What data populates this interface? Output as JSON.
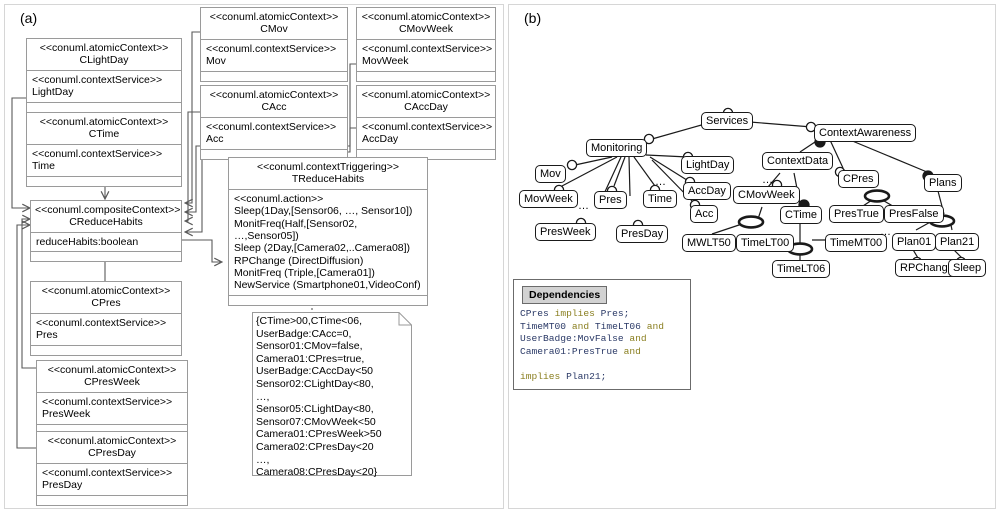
{
  "panels": {
    "a": {
      "label": "(a)"
    },
    "b": {
      "label": "(b)"
    }
  },
  "uml_boxes": [
    {
      "id": "clightday",
      "stereotype_top": "<<conuml.atomicContext>>",
      "name": "CLightDay",
      "stereotype_svc": "<<conuml.contextService>>",
      "service": "LightDay"
    },
    {
      "id": "ctime",
      "stereotype_top": "<<conuml.atomicContext>>",
      "name": "CTime",
      "stereotype_svc": "<<conuml.contextService>>",
      "service": "Time"
    },
    {
      "id": "creducehabits",
      "stereotype_top": "<<conuml.compositeContext>>",
      "name": "CReduceHabits",
      "attribute": "reduceHabits:boolean"
    },
    {
      "id": "cpres",
      "stereotype_top": "<<conuml.atomicContext>>",
      "name": "CPres",
      "stereotype_svc": "<<conuml.contextService>>",
      "service": "Pres"
    },
    {
      "id": "cpresweek",
      "stereotype_top": "<<conuml.atomicContext>>",
      "name": "CPresWeek",
      "stereotype_svc": "<<conuml.contextService>>",
      "service": "PresWeek"
    },
    {
      "id": "cpresday",
      "stereotype_top": "<<conuml.atomicContext>>",
      "name": "CPresDay",
      "stereotype_svc": "<<conuml.contextService>>",
      "service": "PresDay"
    },
    {
      "id": "cmov",
      "stereotype_top": "<<conuml.atomicContext>>",
      "name": "CMov",
      "stereotype_svc": "<<conuml.contextService>>",
      "service": "Mov"
    },
    {
      "id": "cmovweek",
      "stereotype_top": "<<conuml.atomicContext>>",
      "name": "CMovWeek",
      "stereotype_svc": "<<conuml.contextService>>",
      "service": "MovWeek"
    },
    {
      "id": "cacc",
      "stereotype_top": "<<conuml.atomicContext>>",
      "name": "CAcc",
      "stereotype_svc": "<<conuml.contextService>>",
      "service": "Acc"
    },
    {
      "id": "caccday",
      "stereotype_top": "<<conuml.atomicContext>>",
      "name": "CAccDay",
      "stereotype_svc": "<<conuml.contextService>>",
      "service": "AccDay"
    },
    {
      "id": "treducehabits",
      "stereotype_top": "<<conuml.contextTriggering>>",
      "name": "TReduceHabits",
      "stereotype_action": "<<conuml.action>>",
      "actions": "Sleep(1Day,[Sensor06, …, Sensor10])\nMonitFreq(Half,[Sensor02, …,Sensor05])\nSleep (2Day,[Camera02,..Camera08])\nRPChange (DirectDiffusion)\nMonitFreq (Triple,[Camera01])\nNewService (Smartphone01,VideoConf)"
    }
  ],
  "note": {
    "text": "{CTime>00,CTime<06,\nUserBadge:CAcc=0,\nSensor01:CMov=false,\nCamera01:CPres=true,\nUserBadge:CAccDay<50\nSensor02:CLightDay<80,\n…,\nSensor05:CLightDay<80,\nSensor07:CMovWeek<50\nCamera01:CPresWeek>50\nCamera02:CPresDay<20\n…,\nCamera08:CPresDay<20}"
  },
  "feature_model": {
    "nodes": [
      {
        "id": "services",
        "label": "Services"
      },
      {
        "id": "monitoring",
        "label": "Monitoring"
      },
      {
        "id": "contextawareness",
        "label": "ContextAwareness"
      },
      {
        "id": "mov",
        "label": "Mov"
      },
      {
        "id": "lightday",
        "label": "LightDay"
      },
      {
        "id": "accday",
        "label": "AccDay"
      },
      {
        "id": "acc",
        "label": "Acc"
      },
      {
        "id": "movweek",
        "label": "MovWeek"
      },
      {
        "id": "pres",
        "label": "Pres"
      },
      {
        "id": "time",
        "label": "Time"
      },
      {
        "id": "presweek",
        "label": "PresWeek"
      },
      {
        "id": "presday",
        "label": "PresDay"
      },
      {
        "id": "contextdata",
        "label": "ContextData"
      },
      {
        "id": "cmovweek",
        "label": "CMovWeek"
      },
      {
        "id": "ctime",
        "label": "CTime"
      },
      {
        "id": "cpres",
        "label": "CPres"
      },
      {
        "id": "prestrue",
        "label": "PresTrue"
      },
      {
        "id": "presfalse",
        "label": "PresFalse"
      },
      {
        "id": "plans",
        "label": "Plans"
      },
      {
        "id": "mwlt50",
        "label": "MWLT50"
      },
      {
        "id": "timelt00",
        "label": "TimeLT00"
      },
      {
        "id": "timelt06",
        "label": "TimeLT06"
      },
      {
        "id": "timemt00",
        "label": "TimeMT00"
      },
      {
        "id": "plan01",
        "label": "Plan01"
      },
      {
        "id": "plan21",
        "label": "Plan21"
      },
      {
        "id": "rpchange",
        "label": "RPChange"
      },
      {
        "id": "sleep",
        "label": "Sleep"
      }
    ],
    "ellipsis_marks": [
      "…",
      "…",
      "…",
      "…",
      "…",
      "…"
    ]
  },
  "dependencies": {
    "title": "Dependencies",
    "lines": [
      [
        {
          "t": "CPres",
          "c": "id"
        },
        {
          "t": " ",
          "c": "sp"
        },
        {
          "t": "implies",
          "c": "kw"
        },
        {
          "t": " ",
          "c": "sp"
        },
        {
          "t": "Pres;",
          "c": "id"
        }
      ],
      [
        {
          "t": "TimeMT00",
          "c": "id"
        },
        {
          "t": " ",
          "c": "sp"
        },
        {
          "t": "and",
          "c": "kw"
        },
        {
          "t": " ",
          "c": "sp"
        },
        {
          "t": "TimeLT06",
          "c": "id"
        },
        {
          "t": " ",
          "c": "sp"
        },
        {
          "t": "and",
          "c": "kw"
        }
      ],
      [
        {
          "t": "UserBadge:MovFalse",
          "c": "id"
        },
        {
          "t": " ",
          "c": "sp"
        },
        {
          "t": "and",
          "c": "kw"
        }
      ],
      [
        {
          "t": "Camera01:PresTrue",
          "c": "id"
        },
        {
          "t": " ",
          "c": "sp"
        },
        {
          "t": "and",
          "c": "kw"
        }
      ],
      [
        {
          "t": "",
          "c": "sp"
        }
      ],
      [
        {
          "t": "implies",
          "c": "kw"
        },
        {
          "t": " ",
          "c": "sp"
        },
        {
          "t": "Plan21;",
          "c": "id"
        }
      ]
    ]
  },
  "colors": {
    "panel_border": "#d6d6d6",
    "uml_border": "#9a9a9a",
    "feature_border": "#1a1a1a",
    "dep_title_bg": "#d2d2d2",
    "dep_identifier": "#2b3a67",
    "dep_keyword": "#8a7f20",
    "wire": "#595959"
  }
}
